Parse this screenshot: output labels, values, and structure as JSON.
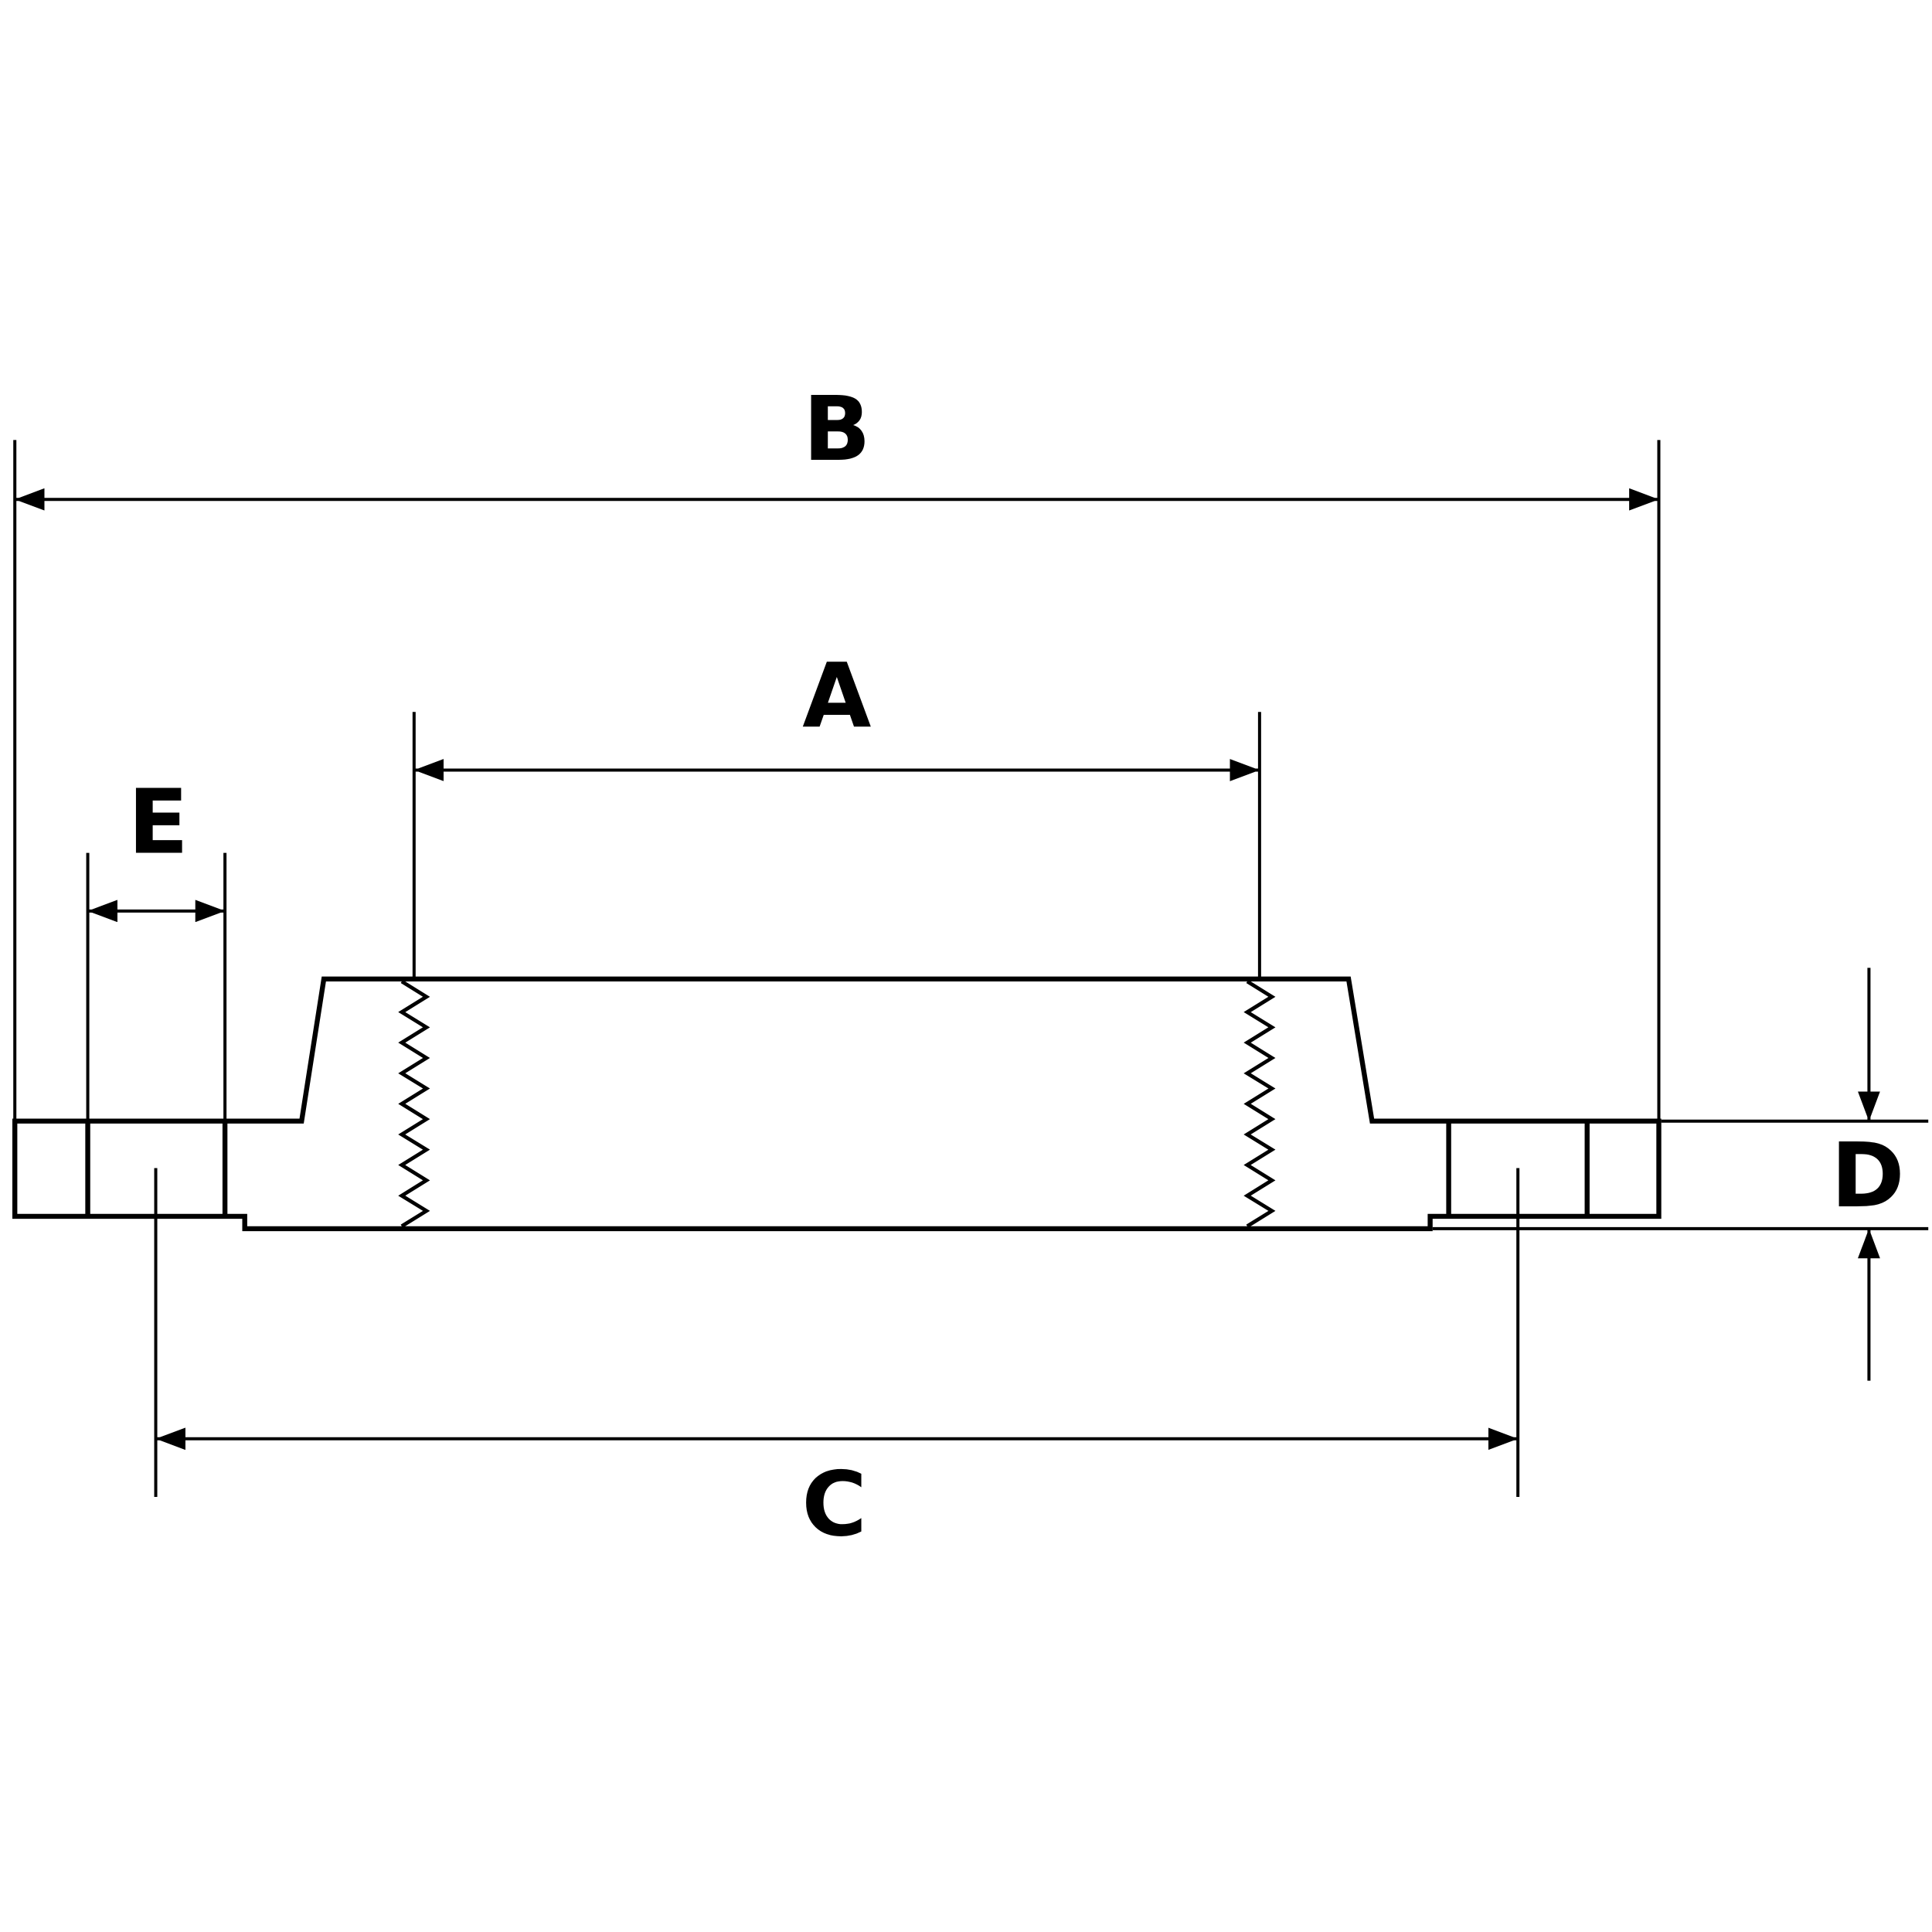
{
  "labels": {
    "a": "A",
    "b": "B",
    "c": "C",
    "d": "D",
    "e": "E"
  },
  "colors": {
    "line": "#000000",
    "background": "#ffffff"
  }
}
